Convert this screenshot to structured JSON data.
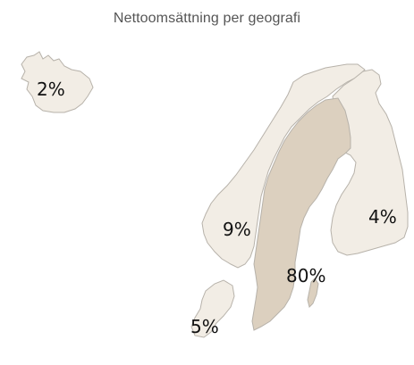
{
  "title": "Nettoomsättning per geografi",
  "colors": {
    "highlight_fill": "#dcd0bf",
    "base_fill": "#f2ede5",
    "border": "#b7b2aa"
  },
  "regions": [
    {
      "id": "iceland",
      "value_label": "2%",
      "highlighted": false
    },
    {
      "id": "norway",
      "value_label": "9%",
      "highlighted": false
    },
    {
      "id": "sweden",
      "value_label": "80%",
      "highlighted": true
    },
    {
      "id": "finland",
      "value_label": "4%",
      "highlighted": false
    },
    {
      "id": "denmark",
      "value_label": "5%",
      "highlighted": false
    }
  ]
}
